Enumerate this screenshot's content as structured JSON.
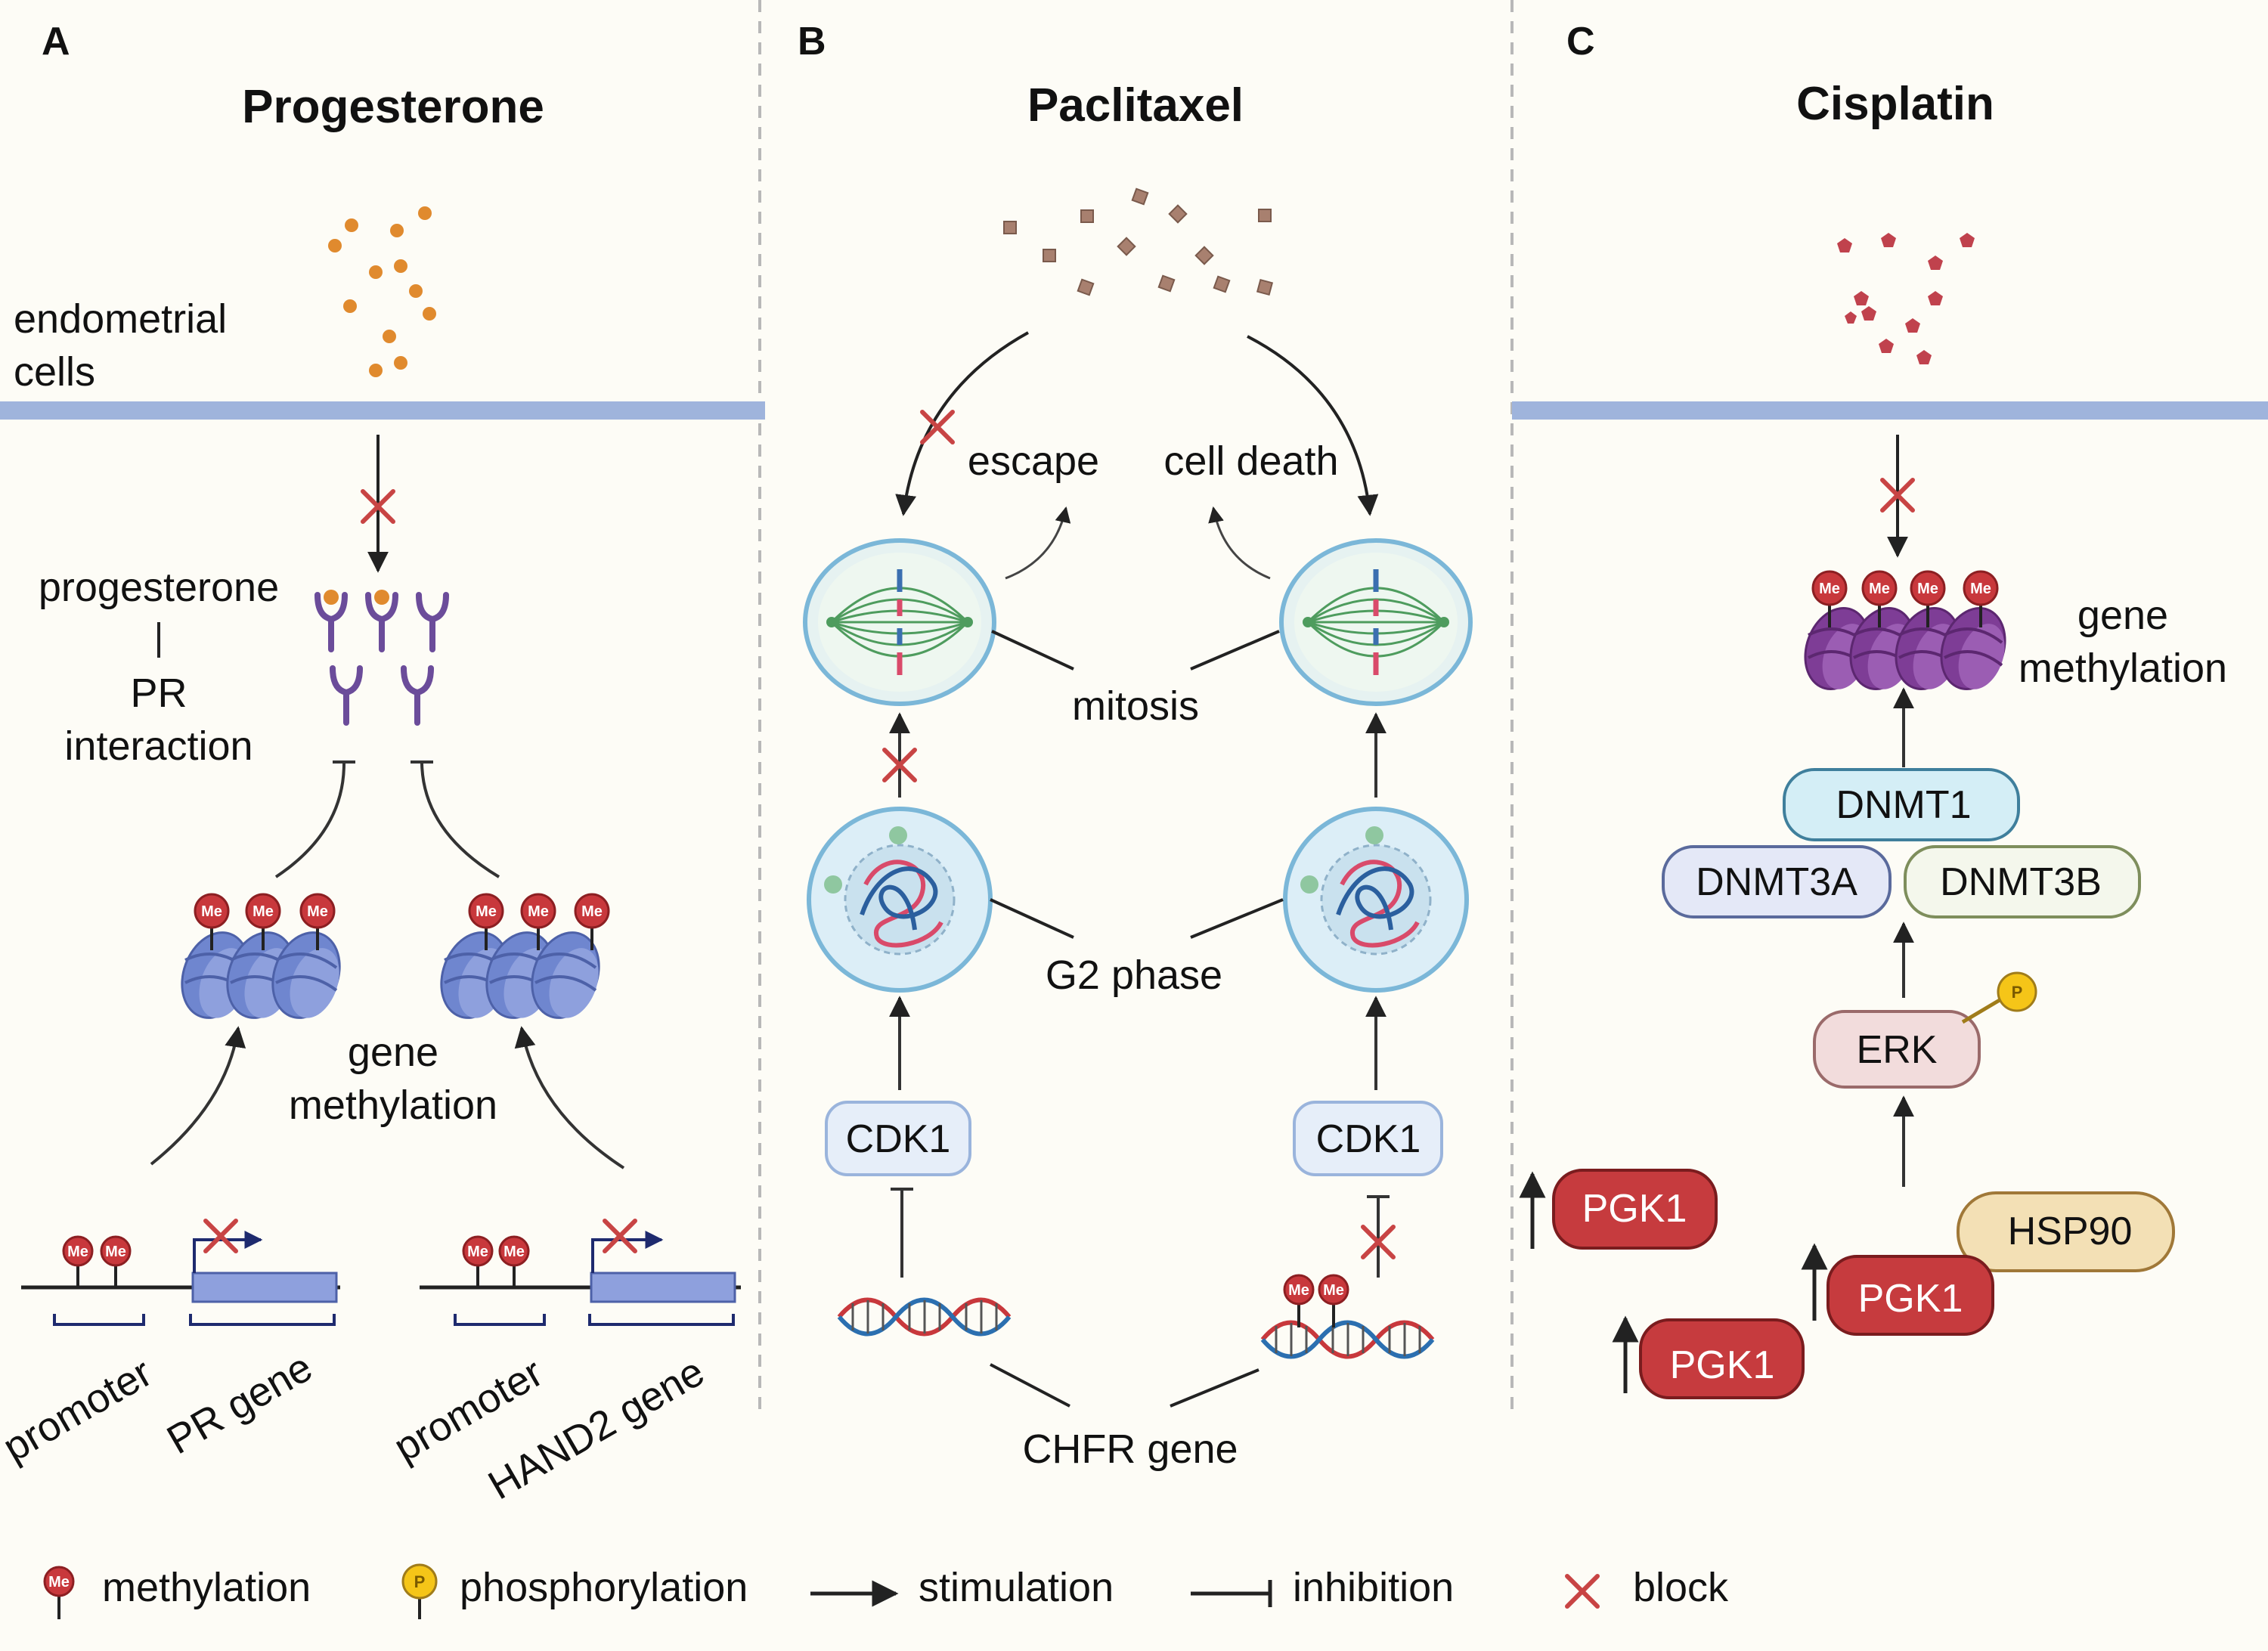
{
  "panels": {
    "a": {
      "letter": "A",
      "title": "Progesterone",
      "cell_label_1": "endometrial",
      "cell_label_2": "cells",
      "receptor_label": "progesterone",
      "pr_label_1": "PR",
      "pr_label_2": "interaction",
      "methylation_label_1": "gene",
      "methylation_label_2": "methylation",
      "promoter_left": "promoter",
      "gene_left": "PR gene",
      "promoter_right": "promoter",
      "gene_right": "HAND2 gene"
    },
    "b": {
      "letter": "B",
      "title": "Paclitaxel",
      "escape": "escape",
      "cell_death": "cell death",
      "mitosis": "mitosis",
      "g2": "G2 phase",
      "cdk_left": "CDK1",
      "cdk_right": "CDK1",
      "chfr": "CHFR gene"
    },
    "c": {
      "letter": "C",
      "title": "Cisplatin",
      "methylation_label_1": "gene",
      "methylation_label_2": "methylation",
      "dnmt1": "DNMT1",
      "dnmt3a": "DNMT3A",
      "dnmt3b": "DNMT3B",
      "erk": "ERK",
      "hsp90": "HSP90",
      "pgk1_a": "PGK1",
      "pgk1_b": "PGK1",
      "pgk1_c": "PGK1"
    }
  },
  "badges": {
    "me": "Me",
    "p": "P"
  },
  "legend": {
    "methylation": "methylation",
    "phosphorylation": "phosphorylation",
    "stimulation": "stimulation",
    "inhibition": "inhibition",
    "block": "block"
  },
  "colors": {
    "background": "#fdfcf6",
    "membrane": "#9fb4dc",
    "methyl_badge": "#c8383c",
    "phospho_badge": "#f5c518",
    "nucleosome": "#6f86cf",
    "nucleosome_c": "#8a4a9e",
    "block_x": "#c84444",
    "pgk1": "#c63b3e",
    "hsp90": "#f3e0b5",
    "erk": "#f2dcdc",
    "dnmt1": "#d4eef6",
    "dnmt3a": "#e4e8f7",
    "dnmt3b": "#f4f7ec"
  }
}
